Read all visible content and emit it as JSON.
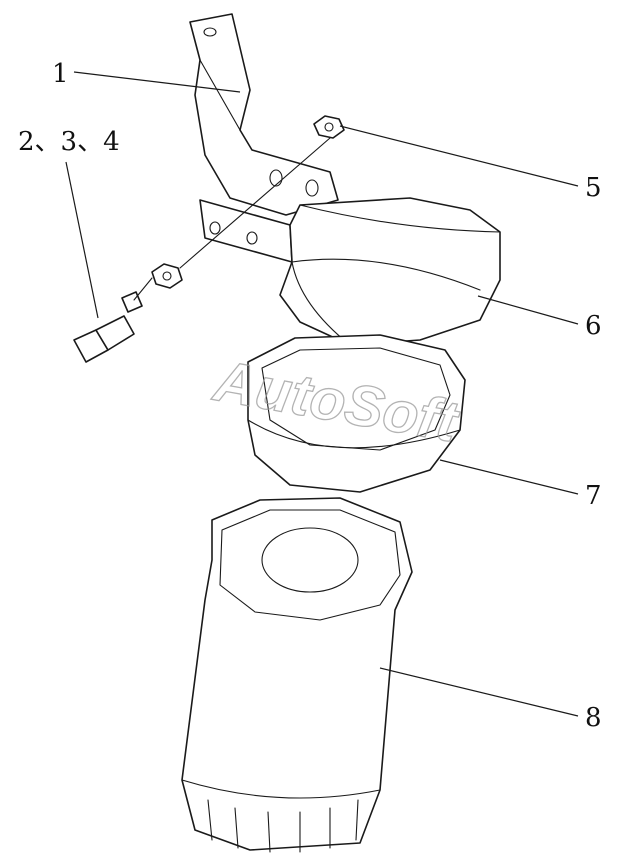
{
  "callouts": [
    {
      "id": "1",
      "label": "1"
    },
    {
      "id": "2-3-4",
      "label": "2、3、4"
    },
    {
      "id": "5",
      "label": "5"
    },
    {
      "id": "6",
      "label": "6"
    },
    {
      "id": "7",
      "label": "7"
    },
    {
      "id": "8",
      "label": "8"
    }
  ],
  "watermark": "AutoSoft",
  "colors": {
    "line": "#1a1a1a",
    "watermark": "#9a9a9a",
    "background": "#ffffff"
  }
}
